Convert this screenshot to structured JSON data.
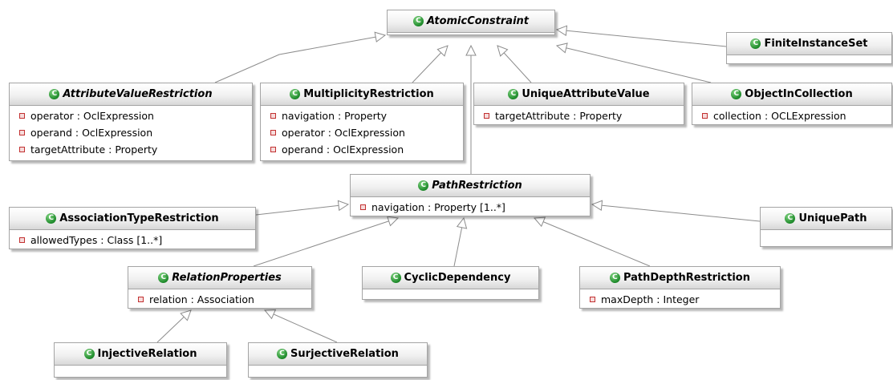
{
  "classes": {
    "atomicconstraint": {
      "name": "AtomicConstraint",
      "icon": "class-icon",
      "abstract": true,
      "attributes": []
    },
    "finiteinstanceset": {
      "name": "FiniteInstanceSet",
      "icon": "class-icon",
      "abstract": false,
      "attributes": []
    },
    "attributevaluerestriction": {
      "name": "AttributeValueRestriction",
      "icon": "class-icon",
      "abstract": true,
      "attributes": [
        "operator : OclExpression",
        "operand : OclExpression",
        "targetAttribute : Property"
      ]
    },
    "multiplicityrestriction": {
      "name": "MultiplicityRestriction",
      "icon": "class-icon",
      "abstract": false,
      "attributes": [
        "navigation : Property",
        "operator : OclExpression",
        "operand : OclExpression"
      ]
    },
    "uniqueattributevalue": {
      "name": "UniqueAttributeValue",
      "icon": "class-icon",
      "abstract": false,
      "attributes": [
        "targetAttribute : Property"
      ]
    },
    "objectincollection": {
      "name": "ObjectInCollection",
      "icon": "class-icon",
      "abstract": false,
      "attributes": [
        "collection : OCLExpression"
      ]
    },
    "pathrestriction": {
      "name": "PathRestriction",
      "icon": "class-icon",
      "abstract": true,
      "attributes": [
        "navigation : Property [1..*]"
      ]
    },
    "associationtyperestriction": {
      "name": "AssociationTypeRestriction",
      "icon": "class-icon",
      "abstract": false,
      "attributes": [
        "allowedTypes : Class [1..*]"
      ]
    },
    "uniquepath": {
      "name": "UniquePath",
      "icon": "class-icon",
      "abstract": false,
      "attributes": []
    },
    "relationproperties": {
      "name": "RelationProperties",
      "icon": "class-icon",
      "abstract": true,
      "attributes": [
        "relation : Association"
      ]
    },
    "cyclicdependency": {
      "name": "CyclicDependency",
      "icon": "class-icon",
      "abstract": false,
      "attributes": []
    },
    "pathdepthrestriction": {
      "name": "PathDepthRestriction",
      "icon": "class-icon",
      "abstract": false,
      "attributes": [
        "maxDepth : Integer"
      ]
    },
    "injectiverelation": {
      "name": "InjectiveRelation",
      "icon": "class-icon",
      "abstract": false,
      "attributes": []
    },
    "surjectiverelation": {
      "name": "SurjectiveRelation",
      "icon": "class-icon",
      "abstract": false,
      "attributes": []
    }
  },
  "generalizations": [
    {
      "child": "attributevaluerestriction",
      "parent": "atomicconstraint"
    },
    {
      "child": "multiplicityrestriction",
      "parent": "atomicconstraint"
    },
    {
      "child": "pathrestriction",
      "parent": "atomicconstraint"
    },
    {
      "child": "uniqueattributevalue",
      "parent": "atomicconstraint"
    },
    {
      "child": "objectincollection",
      "parent": "atomicconstraint"
    },
    {
      "child": "finiteinstanceset",
      "parent": "atomicconstraint"
    },
    {
      "child": "associationtyperestriction",
      "parent": "pathrestriction"
    },
    {
      "child": "uniquepath",
      "parent": "pathrestriction"
    },
    {
      "child": "relationproperties",
      "parent": "pathrestriction"
    },
    {
      "child": "cyclicdependency",
      "parent": "pathrestriction"
    },
    {
      "child": "pathdepthrestriction",
      "parent": "pathrestriction"
    },
    {
      "child": "injectiverelation",
      "parent": "relationproperties"
    },
    {
      "child": "surjectiverelation",
      "parent": "relationproperties"
    }
  ],
  "colors": {
    "class_icon": "#1d8a2a",
    "attribute_icon": "#c23030",
    "border": "#a4a4a4",
    "edge": "#8c8c8c"
  }
}
